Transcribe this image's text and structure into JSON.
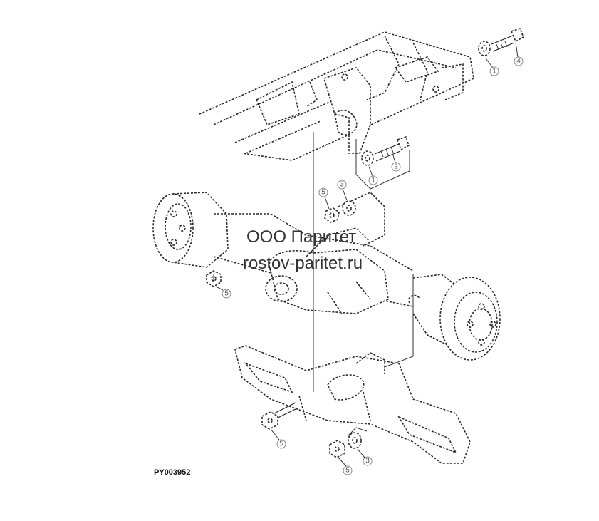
{
  "watermark": {
    "line1": "ООО Паритет",
    "line2": "rostov-paritet.ru"
  },
  "figure_code": "PY003952",
  "callouts": [
    {
      "label": "1"
    },
    {
      "label": "4"
    },
    {
      "label": "1"
    },
    {
      "label": "2"
    },
    {
      "label": "5"
    },
    {
      "label": "3"
    },
    {
      "label": "5"
    },
    {
      "label": "5"
    },
    {
      "label": "5"
    },
    {
      "label": "3"
    }
  ]
}
